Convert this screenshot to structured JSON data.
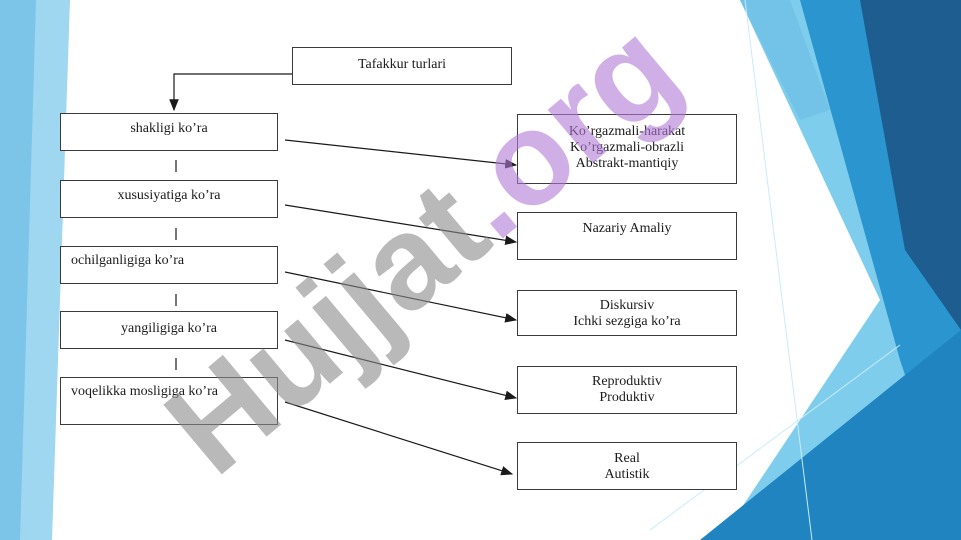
{
  "diagram": {
    "root": {
      "label": "Tafakkur turlari"
    },
    "categories": [
      {
        "label": "shakligi ko’ra"
      },
      {
        "label": "xususiyatiga ko’ra"
      },
      {
        "label": "ochilganligiga ko’ra"
      },
      {
        "label": "yangiligiga ko’ra"
      },
      {
        "label": "voqelikka mosligiga ko’ra"
      }
    ],
    "types": [
      {
        "lines": [
          "Ko’rgazmali-harakat",
          "Ko’rgazmali-obrazli",
          "Abstrakt-mantiqiy"
        ]
      },
      {
        "lines": [
          "Nazariy  Amaliy"
        ]
      },
      {
        "lines": [
          "Diskursiv",
          "Ichki sezgiga ko’ra"
        ]
      },
      {
        "lines": [
          "Reproduktiv",
          "Produktiv"
        ]
      },
      {
        "lines": [
          "Real",
          "Autistik"
        ]
      }
    ]
  },
  "watermark": {
    "text": "Hujjat.org"
  },
  "colors": {
    "deco_dark": "#1f5f8f",
    "deco_mid": "#2b8fc6",
    "deco_light": "#8fd0ee",
    "watermark_gray": "#8a8a8a",
    "watermark_purple": "#b07ad6"
  }
}
